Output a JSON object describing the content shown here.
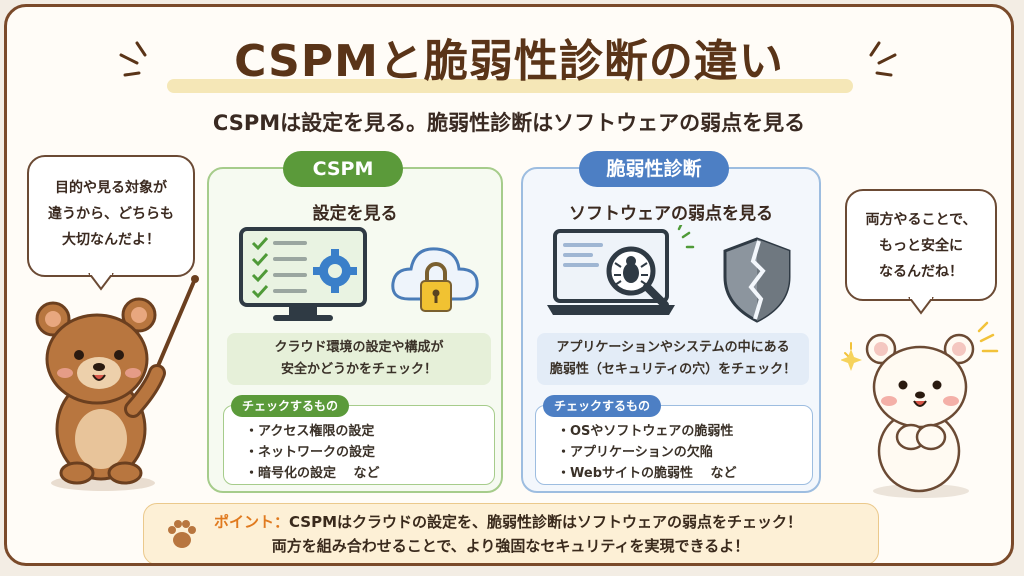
{
  "title": "CSPMと脆弱性診断の違い",
  "subtitle": "CSPMは設定を見る。脆弱性診断はソフトウェアの弱点を見る",
  "bubble_left": [
    "目的や見る対象が",
    "違うから、どちらも",
    "大切なんだよ！"
  ],
  "bubble_right": [
    "両方やることで、",
    "もっと安全に",
    "なるんだね！"
  ],
  "cspm": {
    "label": "CSPM",
    "heading": "設定を見る",
    "desc": [
      "クラウド環境の設定や構成が",
      "安全かどうかをチェック！"
    ],
    "check_title": "チェックするもの（例）",
    "items": [
      "・アクセス権限の設定",
      "・ネットワークの設定",
      "・暗号化の設定　 など"
    ]
  },
  "vuln": {
    "label": "脆弱性診断",
    "heading": "ソフトウェアの弱点を見る",
    "desc": [
      "アプリケーションやシステムの中にある",
      "脆弱性（セキュリティの穴）をチェック！"
    ],
    "check_title": "チェックするもの（例）",
    "items": [
      "・OSやソフトウェアの脆弱性",
      "・アプリケーションの欠陥",
      "・Webサイトの脆弱性　 など"
    ]
  },
  "point": {
    "label": "ポイント：",
    "line1": "CSPMはクラウドの設定を、脆弱性診断はソフトウェアの弱点をチェック！",
    "line2": "両方を組み合わせることで、より強固なセキュリティを実現できるよ！"
  },
  "colors": {
    "cspm_accent": "#5b9a3a",
    "vuln_accent": "#4d7fc4",
    "point_accent": "#e07a1f",
    "frame": "#7a4a2a"
  }
}
